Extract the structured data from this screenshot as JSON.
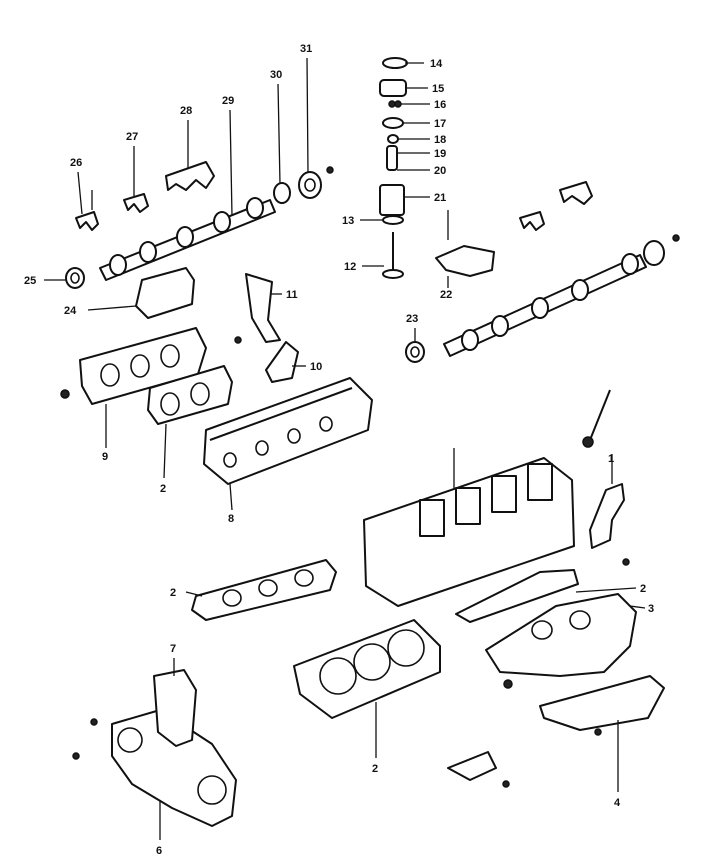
{
  "diagram": {
    "callouts": {
      "c1": "1",
      "c2a": "2",
      "c2b": "2",
      "c2c": "2",
      "c2d": "2",
      "c3": "3",
      "c4": "4",
      "c6": "6",
      "c7": "7",
      "c8": "8",
      "c9": "9",
      "c10": "10",
      "c11": "11",
      "c12": "12",
      "c13": "13",
      "c14": "14",
      "c15": "15",
      "c16": "16",
      "c17": "17",
      "c18": "18",
      "c19": "19",
      "c20": "20",
      "c21": "21",
      "c22": "22",
      "c23": "23",
      "c24": "24",
      "c25": "25",
      "c26": "26",
      "c27": "27",
      "c28": "28",
      "c29": "29",
      "c30": "30",
      "c31": "31"
    },
    "colors": {
      "ink": "#111111",
      "paper": "#ffffff"
    }
  }
}
